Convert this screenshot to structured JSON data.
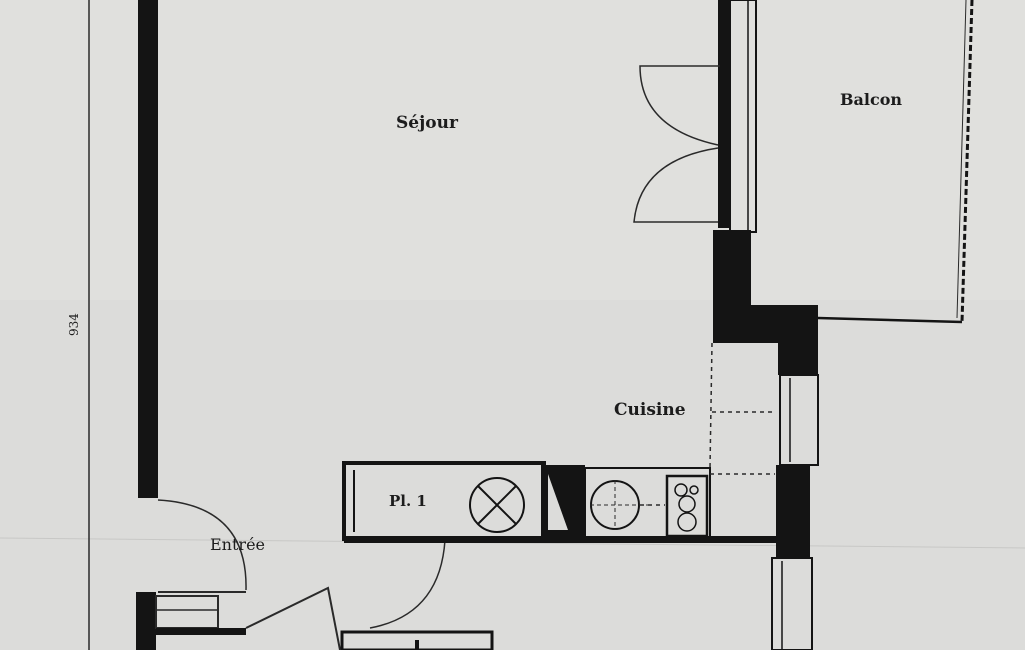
{
  "plan": {
    "rooms": {
      "sejour": "Séjour",
      "balcon": "Balcon",
      "cuisine": "Cuisine",
      "entree": "Entrée",
      "placard": "Pl. 1"
    },
    "dimensions": {
      "left_dimension": "934"
    },
    "colors": {
      "paper": "#dcdcda",
      "wall": "#141414",
      "line": "#2a2a2a"
    }
  }
}
